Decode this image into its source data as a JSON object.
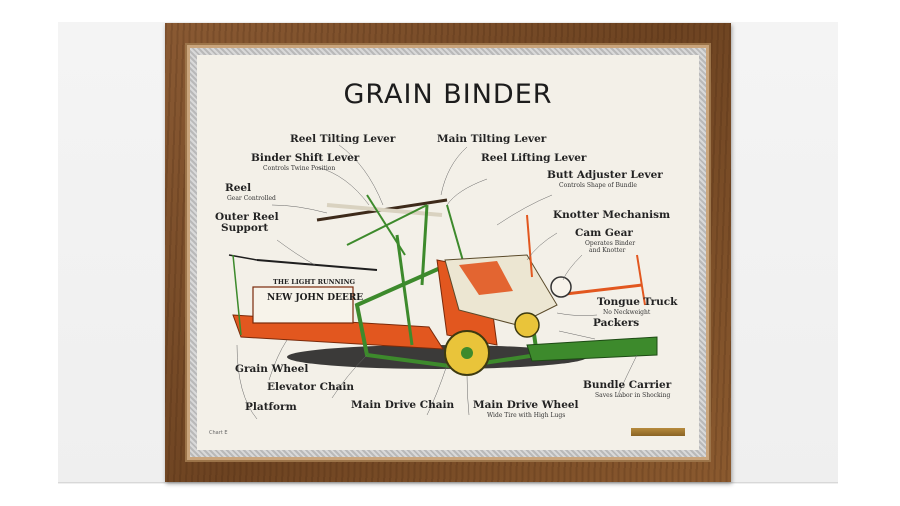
{
  "poster": {
    "title": "GRAIN BINDER",
    "side_board_top": "THE LIGHT  RUNNING",
    "side_board_brand": "NEW JOHN DEERE",
    "chart_note": "Chart E"
  },
  "labels": {
    "reel_tilting_lever": "Reel Tilting Lever",
    "main_tilting_lever": "Main Tilting Lever",
    "binder_shift_lever": "Binder Shift Lever",
    "binder_shift_lever_note": "Controls Twine Position",
    "reel_lifting_lever": "Reel Lifting Lever",
    "butt_adjuster_lever": "Butt Adjuster Lever",
    "butt_adjuster_lever_note": "Controls Shape of Bundle",
    "reel": "Reel",
    "reel_note": "Gear Controlled",
    "outer_reel_support_1": "Outer Reel",
    "outer_reel_support_2": "Support",
    "knotter_mechanism": "Knotter Mechanism",
    "cam_gear": "Cam Gear",
    "cam_gear_note_1": "Operates Binder",
    "cam_gear_note_2": "and Knotter",
    "tongue_truck": "Tongue Truck",
    "tongue_truck_note": "No Neckweight",
    "packers": "Packers",
    "grain_wheel": "Grain Wheel",
    "elevator_chain": "Elevator Chain",
    "platform": "Platform",
    "main_drive_chain": "Main Drive Chain",
    "main_drive_wheel": "Main Drive Wheel",
    "main_drive_wheel_note": "Wide Tire with High Lugs",
    "bundle_carrier": "Bundle Carrier",
    "bundle_carrier_note": "Saves Labor in Shocking"
  },
  "colors": {
    "frame_wood": "#7a4d27",
    "machine_green": "#3d8a2c",
    "machine_orange": "#e2571f",
    "machine_yellow": "#e9c43a",
    "poster_bg": "#f3f0e8"
  }
}
